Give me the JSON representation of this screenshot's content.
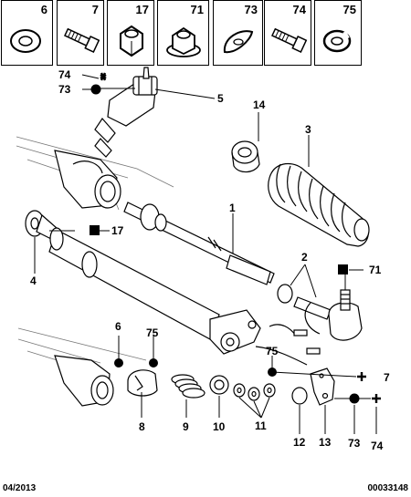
{
  "header_cells": [
    {
      "num": "6",
      "icon": "washer-icon"
    },
    {
      "num": "7",
      "icon": "bolt-icon"
    },
    {
      "num": "17",
      "icon": "hex-nut-icon"
    },
    {
      "num": "71",
      "icon": "flange-nut-icon"
    },
    {
      "num": "73",
      "icon": "curved-washer-icon"
    },
    {
      "num": "74",
      "icon": "bolt-icon"
    },
    {
      "num": "75",
      "icon": "split-washer-icon"
    }
  ],
  "callouts": {
    "c1": "1",
    "c2": "2",
    "c3": "3",
    "c4": "4",
    "c5": "5",
    "c6": "6",
    "c7": "7",
    "c8": "8",
    "c9": "9",
    "c10": "10",
    "c11": "11",
    "c12": "12",
    "c13": "13",
    "c14": "14",
    "c17": "17",
    "c71": "71",
    "c73a": "73",
    "c74a": "74",
    "c75a": "75",
    "c75b": "75",
    "c73b": "73",
    "c74b": "74"
  },
  "footer": {
    "date": "04/2013",
    "ref": "00033148"
  }
}
